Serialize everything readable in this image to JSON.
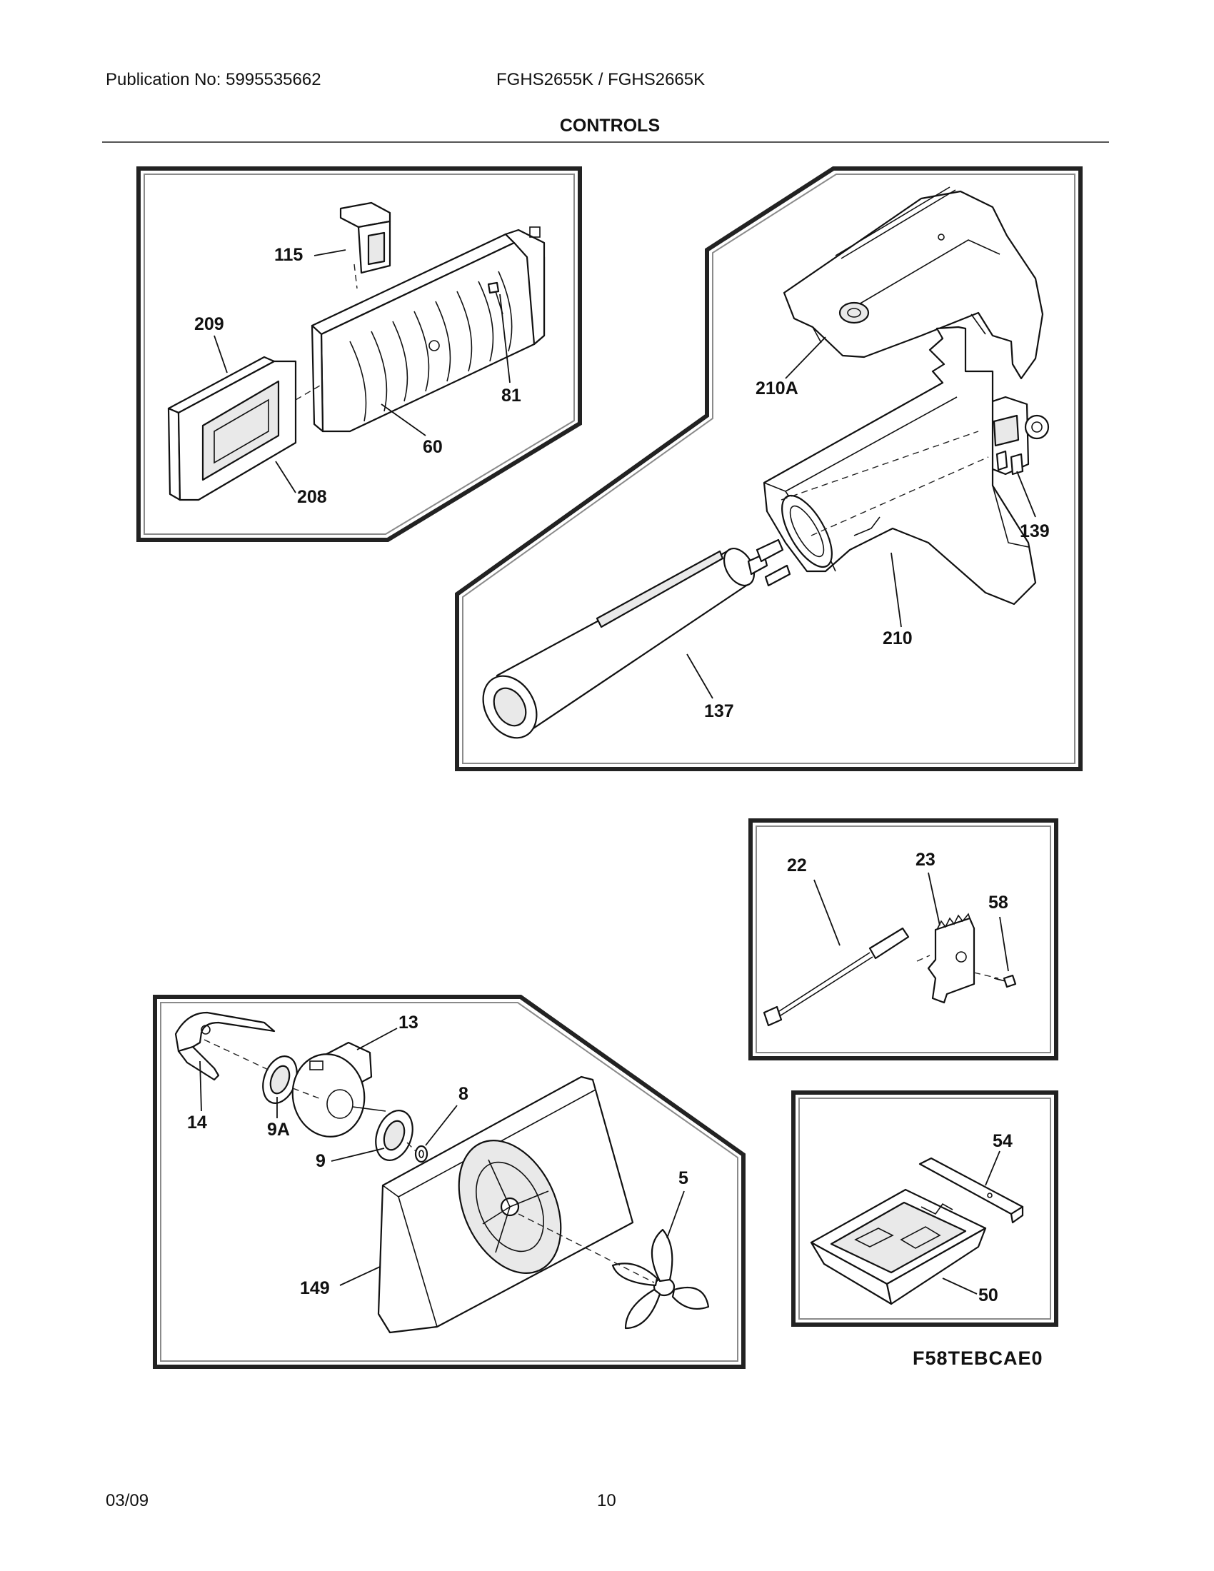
{
  "header": {
    "publication": "Publication No: 5995535662",
    "models": "FGHS2655K / FGHS2665K",
    "section_title": "CONTROLS"
  },
  "callouts": {
    "p115": "115",
    "p209": "209",
    "p81": "81",
    "p60": "60",
    "p208": "208",
    "p210a": "210A",
    "p139": "139",
    "p210": "210",
    "p137": "137",
    "p22": "22",
    "p23": "23",
    "p58": "58",
    "p13": "13",
    "p8": "8",
    "p14": "14",
    "p9a": "9A",
    "p9": "9",
    "p5": "5",
    "p149": "149",
    "p54": "54",
    "p50": "50"
  },
  "diagram_code": "F58TEBCAE0",
  "footer": {
    "date": "03/09",
    "page": "10"
  }
}
